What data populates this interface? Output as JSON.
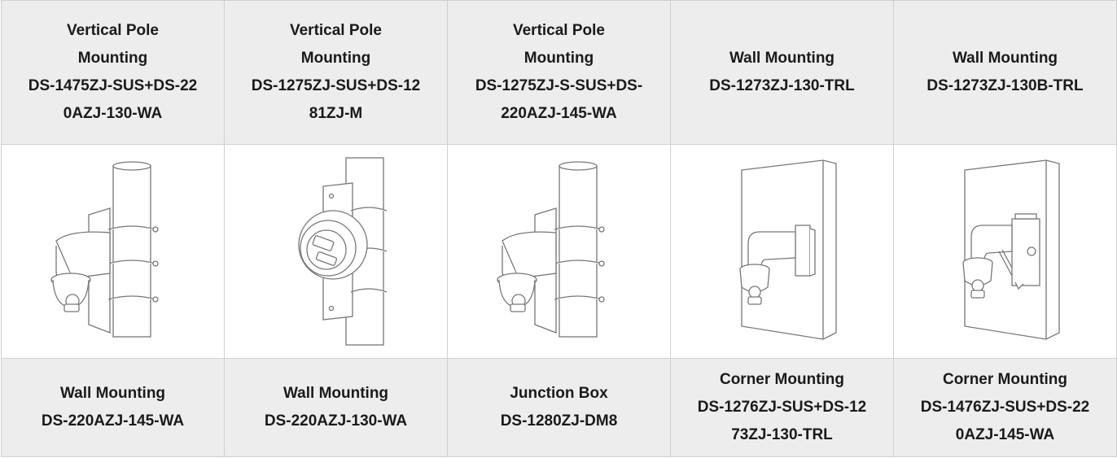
{
  "top_labels": [
    {
      "lines": [
        "Vertical Pole",
        "Mounting",
        "DS-1475ZJ-SUS+DS-22",
        "0AZJ-130-WA"
      ]
    },
    {
      "lines": [
        "Vertical Pole",
        "Mounting",
        "DS-1275ZJ-SUS+DS-12",
        "81ZJ-M"
      ]
    },
    {
      "lines": [
        "Vertical Pole",
        "Mounting",
        "DS-1275ZJ-S-SUS+DS-",
        "220AZJ-145-WA"
      ]
    },
    {
      "lines": [
        "Wall Mounting",
        "DS-1273ZJ-130-TRL"
      ]
    },
    {
      "lines": [
        "Wall Mounting",
        "DS-1273ZJ-130B-TRL"
      ]
    }
  ],
  "images": [
    {
      "icon": "pole-mount-wall-arm-icon"
    },
    {
      "icon": "pole-mount-turret-front-icon"
    },
    {
      "icon": "pole-mount-wall-arm-icon"
    },
    {
      "icon": "wall-mount-arm-icon"
    },
    {
      "icon": "wall-mount-arm-junction-box-icon"
    }
  ],
  "bottom_labels": [
    {
      "lines": [
        "Wall Mounting",
        "DS-220AZJ-145-WA"
      ]
    },
    {
      "lines": [
        "Wall Mounting",
        "DS-220AZJ-130-WA"
      ]
    },
    {
      "lines": [
        "Junction Box",
        "DS-1280ZJ-DM8"
      ]
    },
    {
      "lines": [
        "Corner Mounting",
        "DS-1276ZJ-SUS+DS-12",
        "73ZJ-130-TRL"
      ]
    },
    {
      "lines": [
        "Corner Mounting",
        "DS-1476ZJ-SUS+DS-22",
        "0AZJ-145-WA"
      ]
    }
  ]
}
